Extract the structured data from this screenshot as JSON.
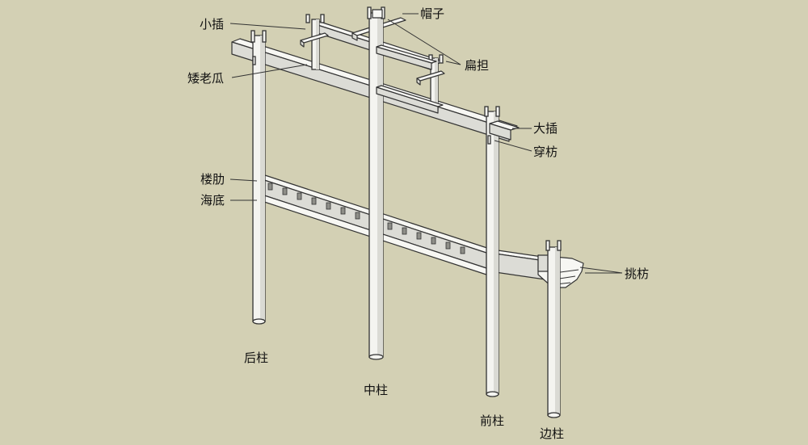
{
  "labels": {
    "maozi": "帽子",
    "xiaocha": "小插",
    "biandan": "扁担",
    "ailaogua": "矮老瓜",
    "dacha": "大插",
    "chuanfang": "穿枋",
    "loulei": "楼肋",
    "haidi": "海底",
    "tiaofang": "挑枋",
    "houzhu": "后柱",
    "zhongzhu": "中柱",
    "qianzhu": "前柱",
    "bianzhu": "边柱"
  },
  "colors": {
    "background": "#d3d0b4",
    "timber": "#f7f7f3",
    "timber_shade": "#dcdcd6",
    "outline": "#333333"
  }
}
